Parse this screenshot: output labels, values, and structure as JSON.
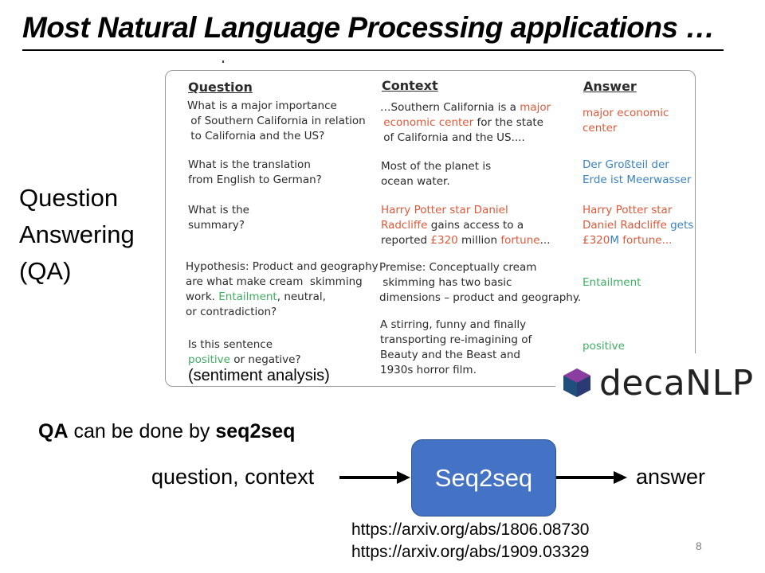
{
  "title": "Most Natural Language Processing applications …",
  "qa_label": [
    "Question",
    "Answering",
    "(QA)"
  ],
  "table": {
    "headers": {
      "question": "Question",
      "context": "Context",
      "answer": "Answer"
    },
    "rows": [
      {
        "question": [
          "What is a major importance",
          " of Southern California in relation",
          " to California and the US?"
        ],
        "context": [
          "…Southern California is a ",
          "major",
          " ",
          "economic center",
          " for the state",
          " of California and the US...."
        ],
        "answer": [
          "major economic",
          "center"
        ]
      },
      {
        "question": [
          "What is the translation",
          "from English to German?"
        ],
        "context": [
          "Most of the planet is",
          "ocean water."
        ],
        "answer": [
          "Der Großteil der",
          "Erde ist Meerwasser"
        ]
      },
      {
        "question": [
          "What is the",
          "summary?"
        ],
        "context": [
          "Harry Potter star Daniel",
          "Radcliffe",
          " gains access to a",
          "reported ",
          "£320",
          " million ",
          "fortune",
          "..."
        ],
        "answer": [
          "Harry Potter star",
          "Daniel Radcliffe",
          " gets",
          "£320",
          "M",
          " fortune..."
        ]
      },
      {
        "question": [
          "Hypothesis: Product and geography",
          "are what make cream  skimming",
          "work. ",
          "Entailment",
          ", neutral,",
          "or contradiction?"
        ],
        "context": [
          "Premise: Conceptually cream",
          " skimming has two basic",
          "dimensions – product and geography."
        ],
        "answer": [
          "Entailment"
        ]
      },
      {
        "question": [
          "Is this sentence",
          "positive",
          " or negative?"
        ],
        "context": [
          "A stirring, funny and finally",
          "transporting re-imagining of",
          "Beauty and the Beast and",
          "1930s horror film."
        ],
        "answer": [
          "positive"
        ]
      }
    ],
    "note": "(sentiment analysis)"
  },
  "logo": {
    "text": "decaNLP"
  },
  "qa_line": {
    "bold1": "QA",
    "middle": " can be done by ",
    "bold2": "seq2seq"
  },
  "diagram": {
    "input": "question, context",
    "box": "Seq2seq",
    "output": "answer"
  },
  "links": [
    "https://arxiv.org/abs/1806.08730",
    "https://arxiv.org/abs/1909.03329"
  ],
  "page_number": "8",
  "colors": {
    "orange": "#e0583a",
    "blue": "#3a83c0",
    "green": "#3fae62",
    "box": "#4472c4"
  }
}
